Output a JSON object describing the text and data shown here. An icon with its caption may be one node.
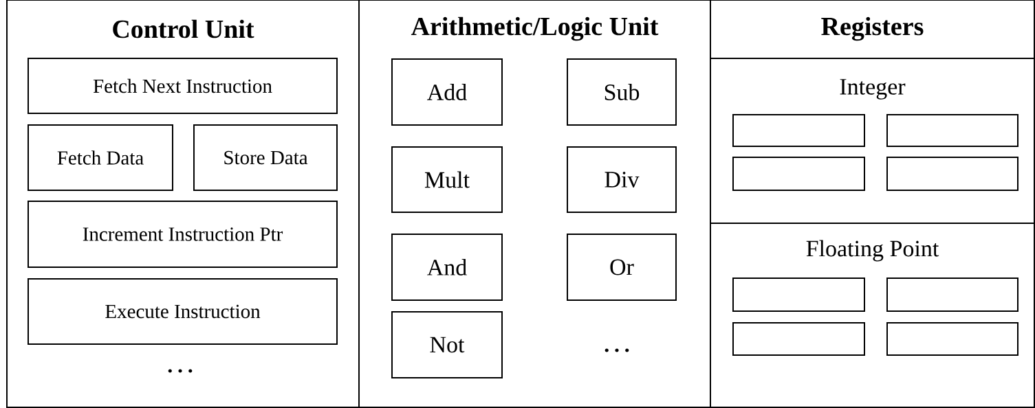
{
  "diagram": {
    "nodes": [
      {
        "text": [
          "Control Unit"
        ]
      },
      {
        "text": [
          "Fetch Next Instruction"
        ],
        "in": 0
      },
      {
        "text": [
          "Fetch Data"
        ],
        "in": 0
      },
      {
        "text": [
          "Store Data"
        ],
        "in": 0
      },
      {
        "text": [
          "Increment Instruction Ptr"
        ],
        "in": 0
      },
      {
        "text": [
          "Execute Instruction"
        ],
        "in": 0
      },
      {
        "text": [
          "Arithmetic/Logic Unit"
        ]
      },
      {
        "text": [
          "Add"
        ],
        "in": 6
      },
      {
        "text": [
          "Sub"
        ],
        "in": 6
      },
      {
        "text": [
          "Mult"
        ],
        "in": 6
      },
      {
        "text": [
          "Div"
        ],
        "in": 6
      },
      {
        "text": [
          "And"
        ],
        "in": 6
      },
      {
        "text": [
          "Or"
        ],
        "in": 6
      },
      {
        "text": [
          "Not"
        ],
        "in": 6
      },
      {
        "text": [
          "Registers"
        ]
      },
      {
        "text": [
          "Integer"
        ]
      },
      {
        "text": [],
        "shape": "box",
        "in": 15
      },
      {
        "text": [],
        "shape": "box",
        "in": 15
      },
      {
        "text": [],
        "shape": "box",
        "in": 15
      },
      {
        "text": [],
        "shape": "box",
        "in": 15
      },
      {
        "text": [
          "Floating Point"
        ]
      },
      {
        "text": [],
        "shape": "box",
        "in": 20
      },
      {
        "text": [],
        "shape": "box",
        "in": 20
      },
      {
        "text": [],
        "shape": "box",
        "in": 20
      },
      {
        "text": [],
        "shape": "box",
        "in": 20
      }
    ],
    "labels": [
      "…",
      "…"
    ]
  }
}
